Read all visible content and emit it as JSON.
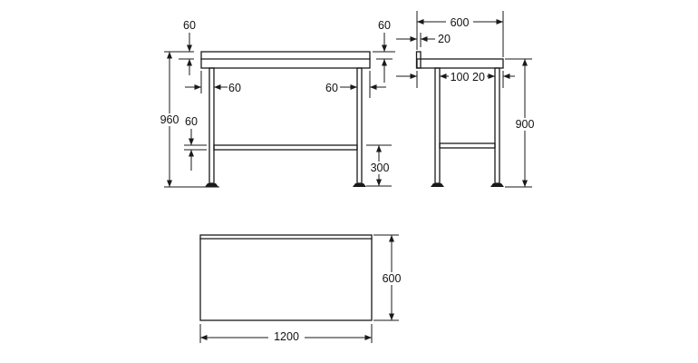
{
  "drawing": {
    "background": "#ffffff",
    "line_color": "#1a1a1a",
    "front_view": {
      "upstand_height": "60",
      "upstand_height_right": "60",
      "overall_height": "960",
      "leg_inset_left": "60",
      "leg_inset_right": "60",
      "shelf_thickness": "60",
      "shelf_height": "300"
    },
    "side_view": {
      "depth": "600",
      "upstand_thickness": "20",
      "leg_offset_rear": "100",
      "leg_offset_front": "20",
      "height": "900"
    },
    "plan_view": {
      "depth": "600",
      "length": "1200"
    }
  }
}
